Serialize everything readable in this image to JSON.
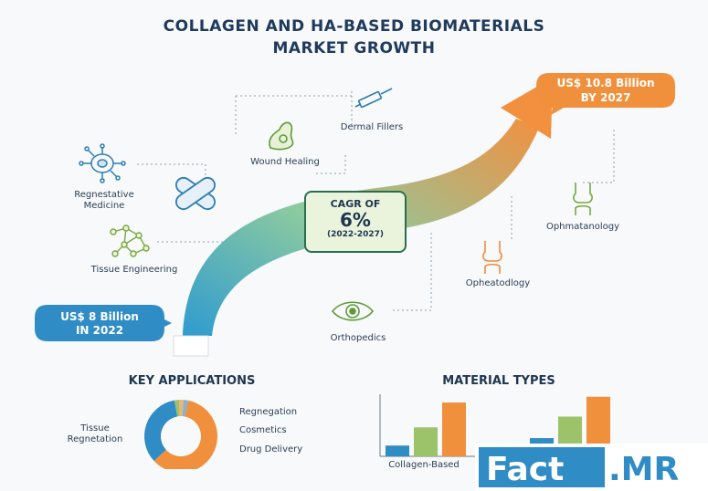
{
  "title": {
    "line1": "COLLAGEN AND HA-BASED BIOMATERIALS",
    "line2": "MARKET GROWTH"
  },
  "start_value": {
    "line1": "US$ 8 Billion",
    "line2": "IN 2022"
  },
  "end_value": {
    "line1": "US$ 10.8 Billion",
    "line2": "BY 2027"
  },
  "cagr": {
    "label": "CAGR OF",
    "value": "6%",
    "period": "(2022-2027)"
  },
  "applications": [
    {
      "name": "Dermal Fillers",
      "icon": "syringe-icon"
    },
    {
      "name": "Wound Healing",
      "icon": "wound-icon"
    },
    {
      "name_line1": "Regnestative",
      "name_line2": "Medicine",
      "icon": "cell-icon"
    },
    {
      "name": "Tissue Engineering",
      "icon": "molecule-icon"
    },
    {
      "name": "Ophmatanology",
      "icon": "joint-icon"
    },
    {
      "name": "Opheatodlogy",
      "icon": "bone-icon"
    },
    {
      "name": "Orthopedics",
      "icon": "eye-icon"
    }
  ],
  "key_applications": {
    "title": "KEY APPLICATIONS",
    "left_label_line1": "Tissue",
    "left_label_line2": "Regnetation",
    "right_labels": [
      "Regnegation",
      "Cosmetics",
      "Drug Delivery"
    ]
  },
  "chart_data": [
    {
      "type": "pie",
      "title": "KEY APPLICATIONS",
      "slices": [
        {
          "label": "Regnegation",
          "value": 60,
          "color": "#f0903c"
        },
        {
          "label": "Tissue Regnetation",
          "value": 34,
          "color": "#2f8cc4"
        },
        {
          "label": "",
          "value": 2,
          "color": "#9cc26a"
        },
        {
          "label": "",
          "value": 2,
          "color": "#f3b36e"
        },
        {
          "label": "",
          "value": 2,
          "color": "#7fb4d6"
        }
      ]
    },
    {
      "type": "bar",
      "title": "MATERIAL TYPES",
      "categories": [
        "Collagen-Based",
        ""
      ],
      "series": [
        {
          "values": [
            13,
            22
          ],
          "color": "#2f8cc4"
        },
        {
          "values": [
            35,
            48
          ],
          "color": "#9cc26a"
        },
        {
          "values": [
            65,
            72
          ],
          "color": "#f0903c"
        }
      ],
      "ylim": [
        0,
        75
      ]
    }
  ],
  "logo": {
    "left": "Fact",
    "right": ".MR"
  },
  "colors": {
    "blue": "#2f8cc4",
    "orange": "#f0903c",
    "green": "#9cc26a",
    "navy": "#1f3a5c"
  }
}
